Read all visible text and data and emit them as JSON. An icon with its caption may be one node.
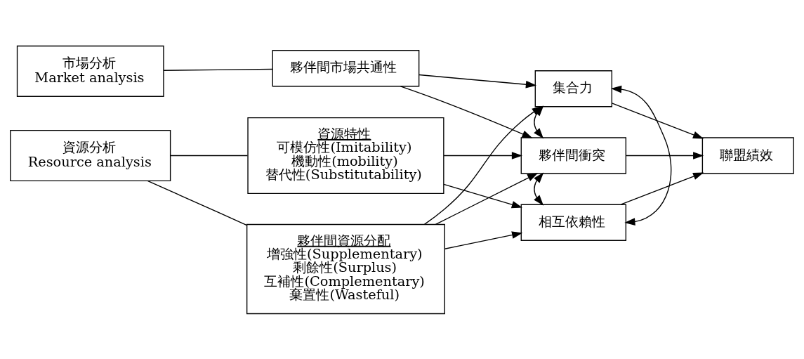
{
  "diagram": {
    "nodes": [
      {
        "text": [
          "市場分析",
          "Market analysis"
        ]
      },
      {
        "text": [
          "夥伴間市場共通性"
        ]
      },
      {
        "text": [
          "資源分析",
          "Resource analysis"
        ]
      },
      {
        "text": [
          "資源特性",
          "可模仿性(Imitability)",
          "機動性(mobility)",
          "替代性(Substitutability)"
        ]
      },
      {
        "text": [
          "夥伴間資源分配",
          "增強性(Supplementary)",
          "剩餘性(Surplus)",
          "互補性(Complementary)",
          "棄置性(Wasteful)"
        ]
      },
      {
        "text": [
          "集合力"
        ]
      },
      {
        "text": [
          "夥伴間衝突"
        ]
      },
      {
        "text": [
          "相互依賴性"
        ]
      },
      {
        "text": [
          "聯盟績效"
        ]
      }
    ],
    "edges": [
      {
        "from": 0,
        "to": 1,
        "arrow": "none"
      },
      {
        "from": 1,
        "to": 5,
        "arrow": "to"
      },
      {
        "from": 1,
        "to": 6,
        "arrow": "to"
      },
      {
        "from": 2,
        "to": 3,
        "arrow": "none"
      },
      {
        "from": 2,
        "to": 4,
        "arrow": "none"
      },
      {
        "from": 3,
        "to": 6,
        "arrow": "to"
      },
      {
        "from": 3,
        "to": 7,
        "arrow": "to"
      },
      {
        "from": 4,
        "to": 5,
        "arrow": "to"
      },
      {
        "from": 4,
        "to": 6,
        "arrow": "to"
      },
      {
        "from": 4,
        "to": 7,
        "arrow": "to"
      },
      {
        "from": 5,
        "to": 6,
        "arrow": "both"
      },
      {
        "from": 6,
        "to": 7,
        "arrow": "both"
      },
      {
        "from": 5,
        "to": 7,
        "arrow": "both"
      },
      {
        "from": 5,
        "to": 8,
        "arrow": "to"
      },
      {
        "from": 6,
        "to": 8,
        "arrow": "to"
      },
      {
        "from": 7,
        "to": 8,
        "arrow": "to"
      }
    ]
  }
}
